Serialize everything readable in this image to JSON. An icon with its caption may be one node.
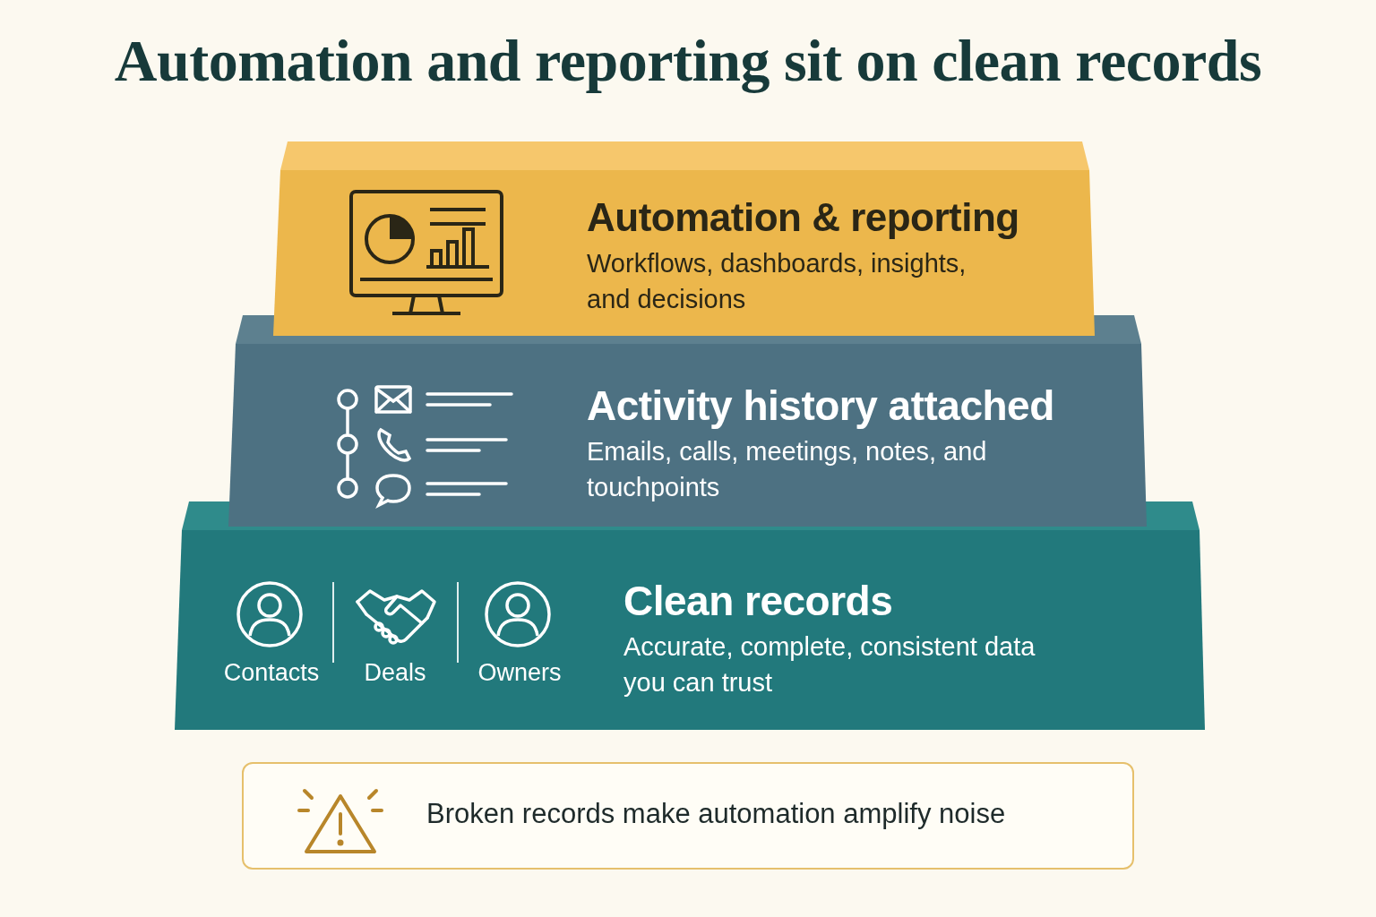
{
  "diagram": {
    "title": "Automation and reporting sit on clean records",
    "nodes": [
      {
        "text": [
          "Automation & reporting",
          "Workflows, dashboards, insights, and decisions"
        ]
      },
      {
        "text": [
          "Activity history attached",
          "Emails, calls, meetings, notes, and touchpoints"
        ]
      },
      {
        "text": [
          "Clean records",
          "Accurate, complete, consistent data you can trust"
        ]
      },
      {
        "text": [
          "Broken records make automation amplify noise"
        ]
      }
    ],
    "edges": [],
    "labels": [
      "Contacts",
      "Deals",
      "Owners"
    ]
  }
}
